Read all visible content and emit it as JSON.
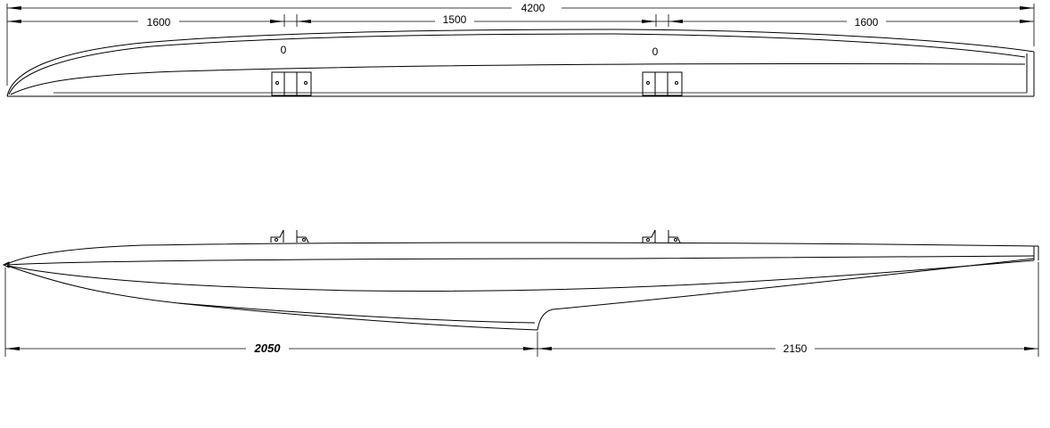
{
  "top_view": {
    "overall_dim": "4200",
    "segments": [
      "1600",
      "1500",
      "1600"
    ],
    "marks": [
      "0",
      "0"
    ]
  },
  "side_view": {
    "dims": [
      "2050",
      "2150"
    ]
  },
  "colors": {
    "line": "#000000",
    "background": "#ffffff"
  }
}
